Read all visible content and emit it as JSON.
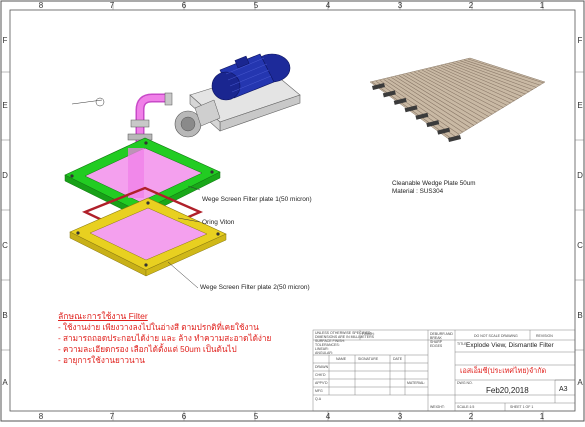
{
  "zones": {
    "columns": [
      "8",
      "7",
      "6",
      "5",
      "4",
      "3",
      "2",
      "1"
    ],
    "rows": [
      "F",
      "E",
      "D",
      "C",
      "B",
      "A"
    ]
  },
  "callouts": {
    "plate1": "Wege Screen Filter plate 1(50 micron)",
    "oring": "Oring Viton",
    "plate2": "Wege Screen Filter plate 2(50 micron)",
    "wedge_caption_1": "Cleanable Wedge Plate 50um",
    "wedge_caption_2": "Material : SUS304"
  },
  "notes": {
    "title": "ลักษณะการใช้งาน Filter",
    "items": [
      "- ใช้งานง่าย เพียงวางลงไปในอ่างสี ตามปรกติที่เคยใช้งาน",
      "- สามารถถอดประกอบได้ง่าย และ ล้าง ทำความสะอาดได้ง่าย",
      "- ความละเอียดกรอง เลือกได้ตั้งแต่ 50um เป็นต้นไป",
      "- อายุการใช้งานยาวนาน"
    ]
  },
  "title_block": {
    "spec_lines": [
      "UNLESS OTHERWISE SPECIFIED:",
      "DIMENSIONS ARE IN MILLIMETERS",
      "SURFACE FINISH:",
      "TOLERANCES:",
      "LINEAR:",
      "ANGULAR:"
    ],
    "finish": "FINISH:",
    "deburr": "DEBURR AND BREAK SHARP EDGES",
    "no_scale": "DO NOT SCALE DRAWING",
    "revision": "REVISION",
    "col_name": "NAME",
    "col_signature": "SIGNATURE",
    "col_date": "DATE",
    "row_labels": [
      "DRAWN",
      "CHK'D",
      "APPV'D",
      "MFG",
      "Q.A"
    ],
    "material": "MATERIAL:",
    "title_label": "TITLE:",
    "title": "Explode View, Dismantle Filter",
    "company": "เอสเอ็มซี(ประเทศไทย)จำกัด",
    "date": "Feb20,2018",
    "dwg_no": "DWG NO.",
    "size": "A3",
    "weight": "WEIGHT:",
    "scale": "SCALE:1:5",
    "sheet": "SHEET 1 OF 1"
  },
  "colors": {
    "frame_green": "#22cc22",
    "frame_yellow": "#e8d020",
    "fluid_pink": "#f080e8",
    "motor_blue": "#1d2a9a",
    "notes_red": "#e0201c",
    "company_red": "#e0201c"
  }
}
